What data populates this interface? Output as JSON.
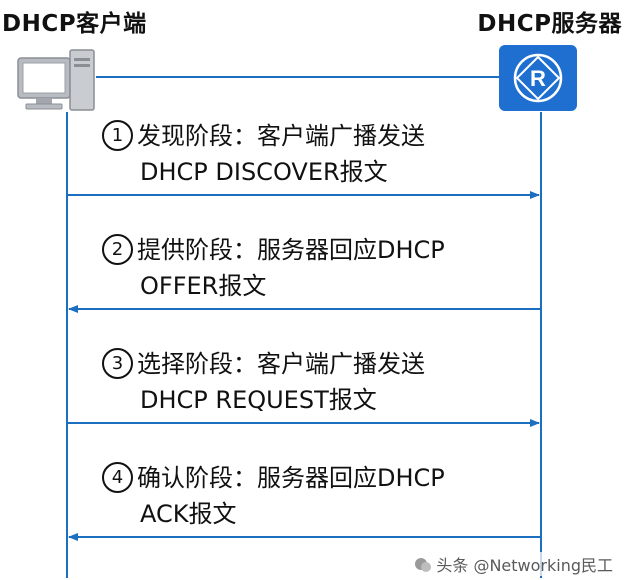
{
  "actors": {
    "client": "DHCP客户端",
    "server": "DHCP服务器"
  },
  "router_icon": "router-icon",
  "pc_icon": "desktop-computer-icon",
  "colors": {
    "arrow": "#1b6fc0",
    "router_bg": "#1e6fd0",
    "lifeline": "#1b6fc0"
  },
  "steps": [
    {
      "num": "1",
      "line1": "发现阶段：客户端广播发送",
      "line2": "DHCP DISCOVER报文",
      "direction": "client-to-server"
    },
    {
      "num": "2",
      "line1": "提供阶段：服务器回应DHCP",
      "line2": "OFFER报文",
      "direction": "server-to-client"
    },
    {
      "num": "3",
      "line1": "选择阶段：客户端广播发送",
      "line2": "DHCP REQUEST报文",
      "direction": "client-to-server"
    },
    {
      "num": "4",
      "line1": "确认阶段：服务器回应DHCP",
      "line2": "ACK报文",
      "direction": "server-to-client"
    }
  ],
  "watermark": "头条 @Networking民工"
}
